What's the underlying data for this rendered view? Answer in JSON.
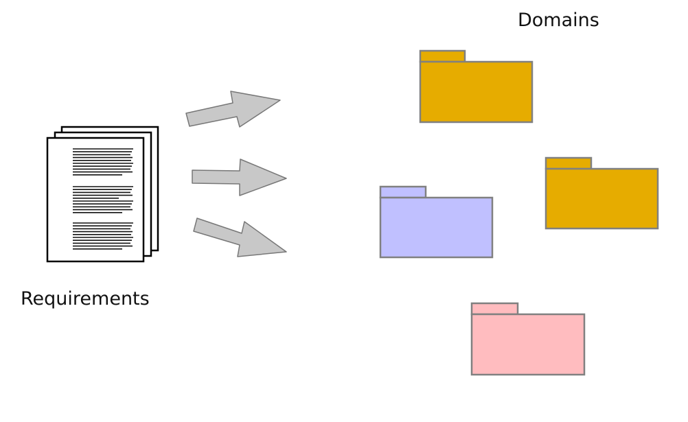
{
  "labels": {
    "domains": "Domains",
    "requirements": "Requirements"
  },
  "document_stack": {
    "icon": "document-stack-icon",
    "page_fill": "#ffffff",
    "page_stroke": "#000000",
    "text_line_color": "#111111"
  },
  "arrows": {
    "count": 3,
    "fill": "#c8c8c8",
    "stroke": "#777777"
  },
  "folders": [
    {
      "name": "folder-gold-top",
      "fill": "#e6ac00",
      "stroke": "#808080"
    },
    {
      "name": "folder-gold-right",
      "fill": "#e6ac00",
      "stroke": "#808080"
    },
    {
      "name": "folder-lavender",
      "fill": "#c0c0ff",
      "stroke": "#808080"
    },
    {
      "name": "folder-pink",
      "fill": "#ffbcbf",
      "stroke": "#808080"
    }
  ]
}
